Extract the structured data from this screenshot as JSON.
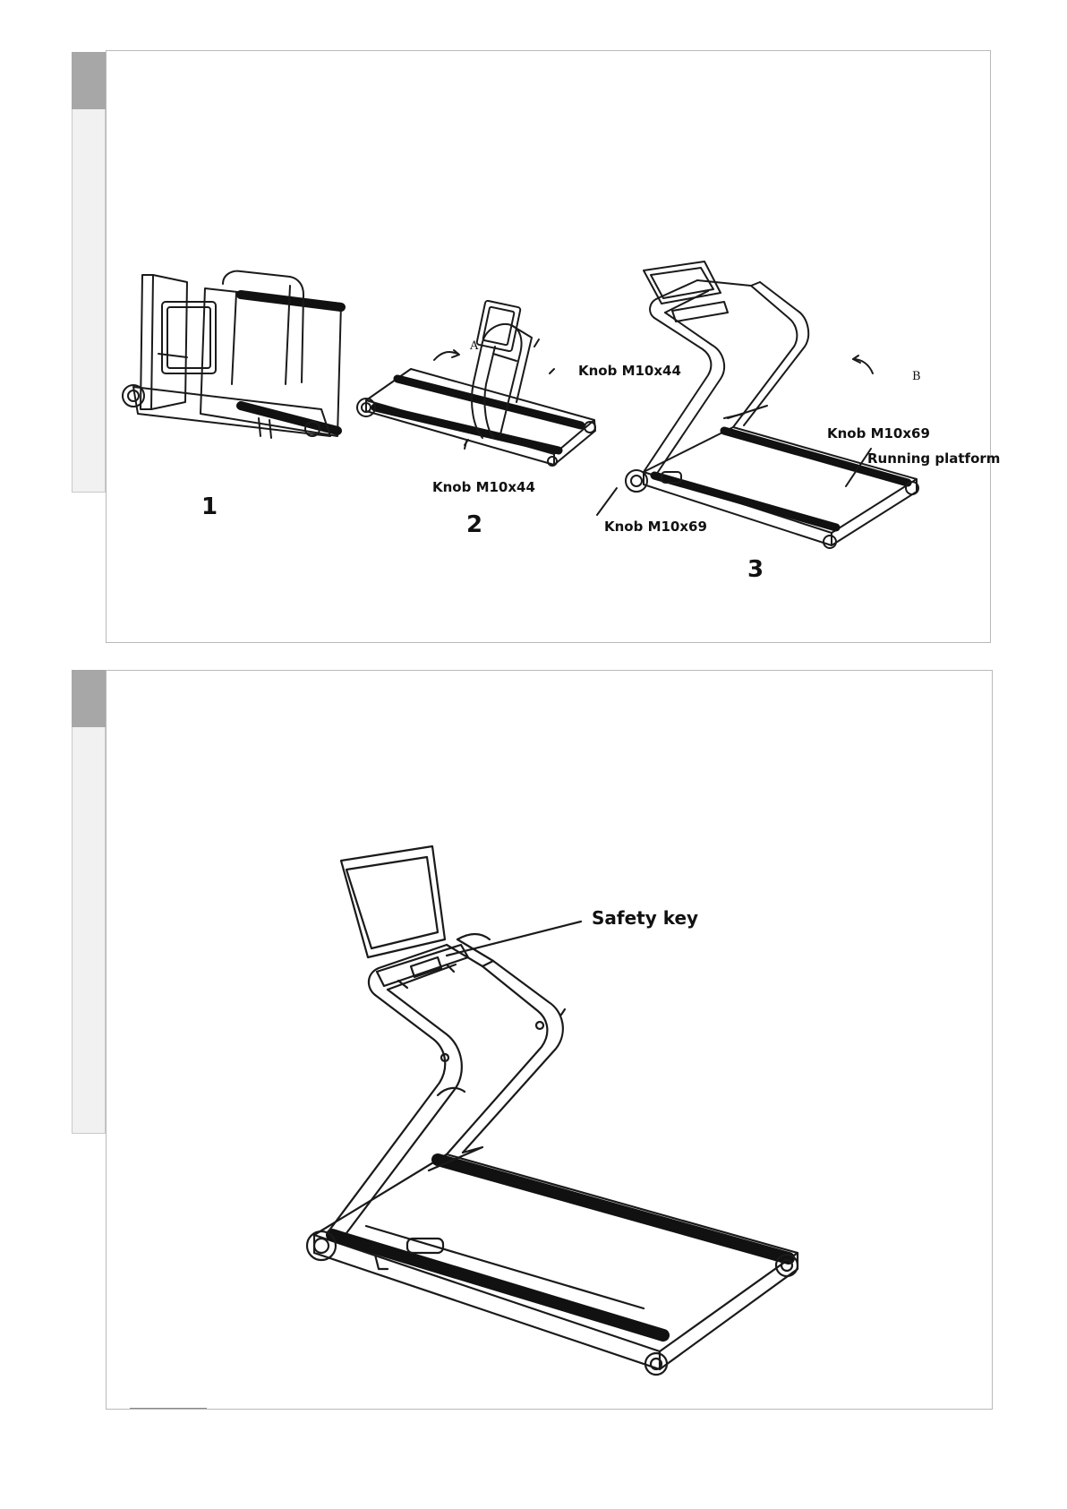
{
  "figure1": {
    "steps": [
      "1",
      "2",
      "3"
    ],
    "arrows": [
      "A",
      "B"
    ],
    "labels": {
      "knob_m10x44_top": "Knob M10x44",
      "knob_m10x44_bottom": "Knob M10x44",
      "knob_m10x69_top": "Knob M10x69",
      "knob_m10x69_bottom": "Knob M10x69",
      "running_platform": "Running platform"
    }
  },
  "figure2": {
    "labels": {
      "safety_key": "Safety key"
    }
  },
  "colors": {
    "tab_dark": "#a7a7a7",
    "tab_light": "#f1f1f1",
    "panel_border": "#b9b9b9",
    "line_art": "#1a1a1a"
  }
}
